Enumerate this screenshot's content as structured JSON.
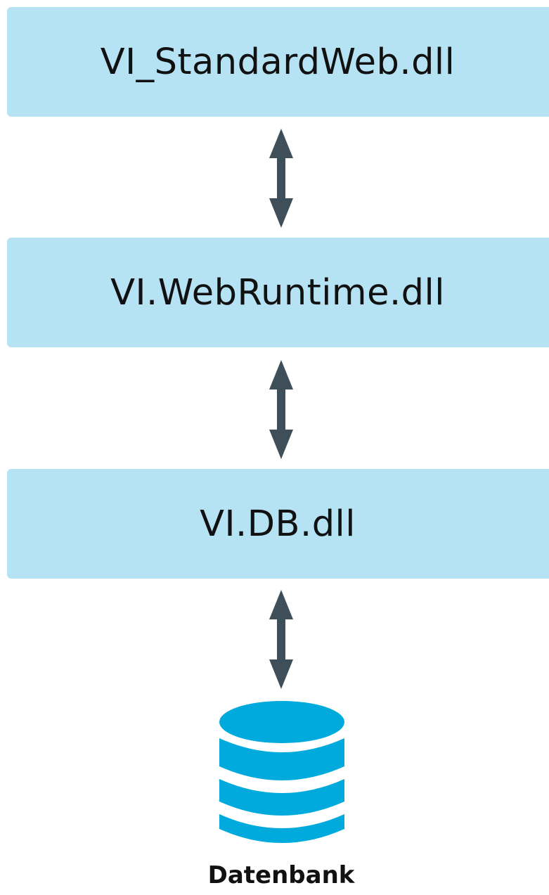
{
  "layers": [
    {
      "label": "VI_StandardWeb.dll"
    },
    {
      "label": "VI.WebRuntime.dll"
    },
    {
      "label": "VI.DB.dll"
    }
  ],
  "database": {
    "label": "Datenbank"
  },
  "colors": {
    "box_fill": "#b5e3f3",
    "arrow": "#3f4f59",
    "database": "#00aadd"
  },
  "icons": [
    "double-arrow-icon",
    "database-icon"
  ]
}
